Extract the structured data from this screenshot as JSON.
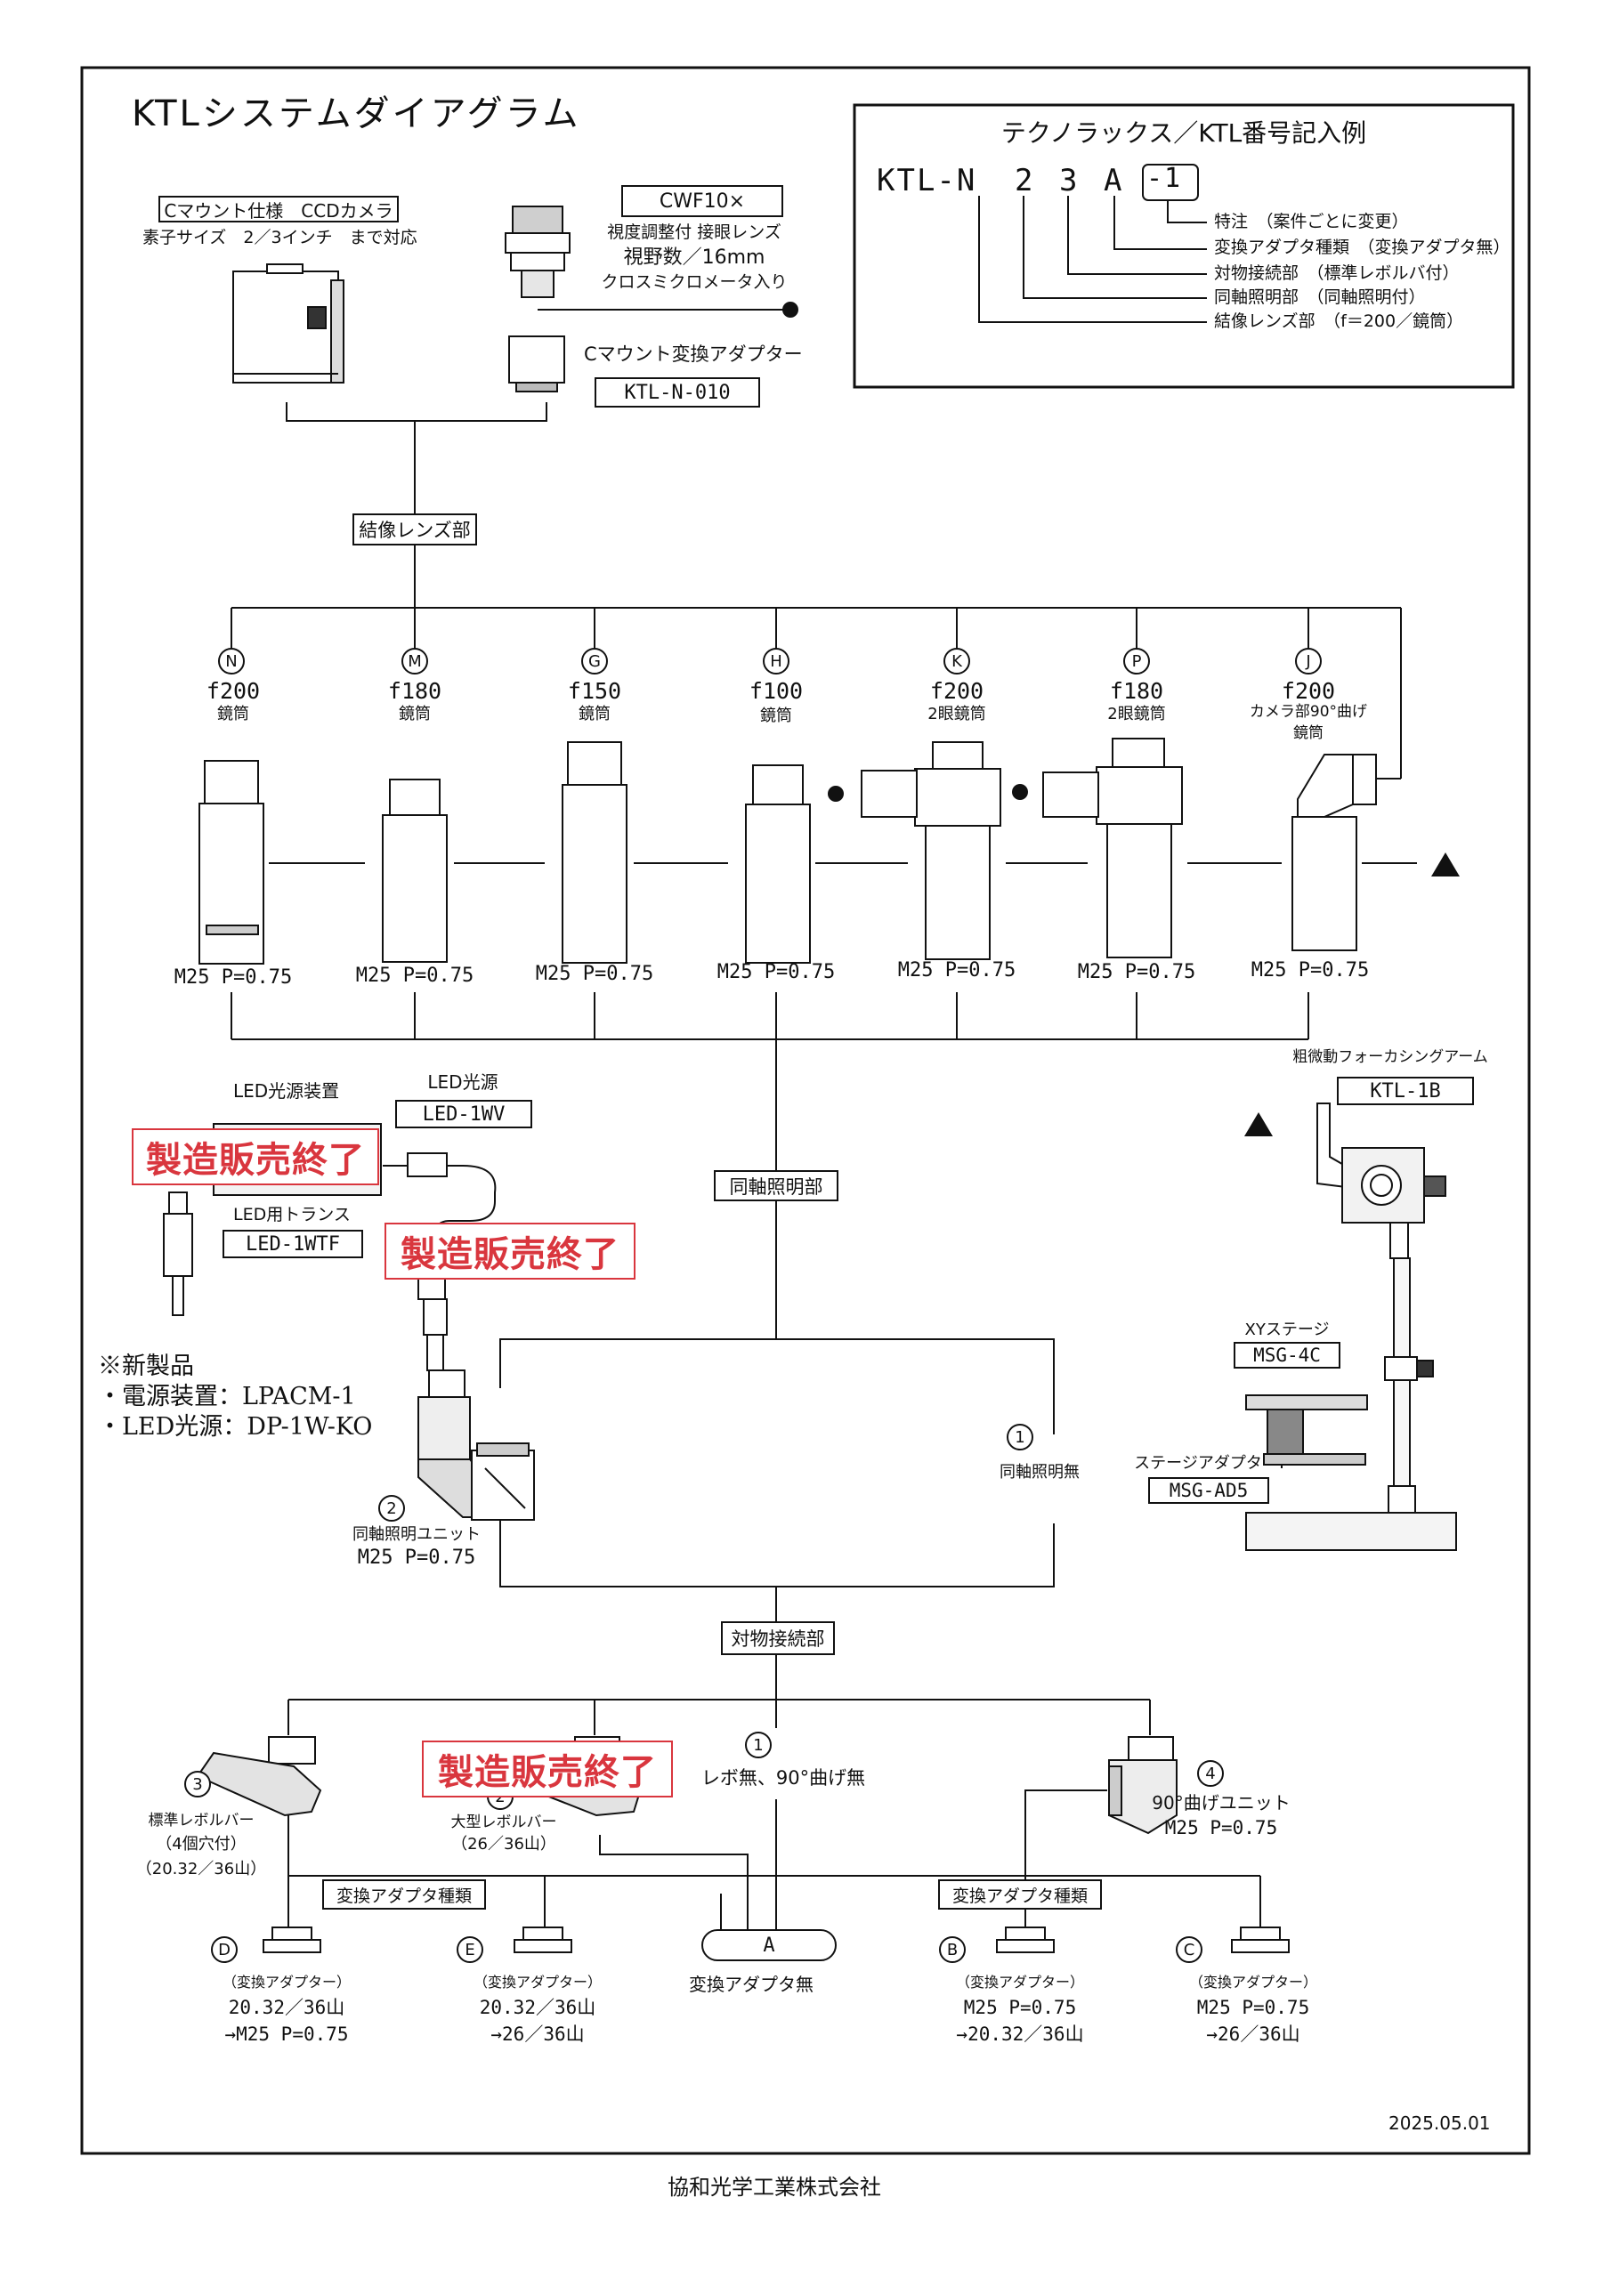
{
  "title": "KTLシステムダイアグラム",
  "code_example": {
    "heading": "テクノラックス／KTL番号記入例",
    "code": [
      "KTL-N",
      "2",
      "3",
      "A",
      "-1"
    ],
    "legend": [
      {
        "name": "特注",
        "note": "（案件ごとに変更）"
      },
      {
        "name": "変換アダプタ種類",
        "note": "（変換アダプタ無）"
      },
      {
        "name": "対物接続部",
        "note": "（標準レボルバ付）"
      },
      {
        "name": "同軸照明部",
        "note": "（同軸照明付）"
      },
      {
        "name": "結像レンズ部",
        "note": "（f＝200／鏡筒）"
      }
    ]
  },
  "camera": {
    "label": "Cマウント仕様　CCDカメラ",
    "sub": "素子サイズ　2／3インチ　まで対応"
  },
  "eyepiece": {
    "label": "CWF10×",
    "lines": [
      "視度調整付 接眼レンズ",
      "視野数／16mm",
      "クロスミクロメータ入り"
    ]
  },
  "cmount": {
    "label": "Cマウント変換アダプター",
    "code": "KTL-N-010"
  },
  "section_imaging": "結像レンズ部",
  "section_coaxial": "同軸照明部",
  "section_objective": "対物接続部",
  "tubes": [
    {
      "letter": "N",
      "focal": "f200",
      "desc": "鏡筒",
      "thread": "M25 P=0.75"
    },
    {
      "letter": "M",
      "focal": "f180",
      "desc": "鏡筒",
      "thread": "M25 P=0.75"
    },
    {
      "letter": "G",
      "focal": "f150",
      "desc": "鏡筒",
      "thread": "M25 P=0.75"
    },
    {
      "letter": "H",
      "focal": "f100",
      "desc": "鏡筒",
      "thread": "M25 P=0.75"
    },
    {
      "letter": "K",
      "focal": "f200",
      "desc": "2眼鏡筒",
      "thread": "M25 P=0.75"
    },
    {
      "letter": "P",
      "focal": "f180",
      "desc": "2眼鏡筒",
      "thread": "M25 P=0.75"
    },
    {
      "letter": "J",
      "focal": "f200",
      "desc": "カメラ部90°曲げ",
      "desc2": "鏡筒",
      "thread": "M25 P=0.75"
    }
  ],
  "led": {
    "device_label": "LED光源装置",
    "source_label": "LED光源",
    "source_code": "LED-1WV",
    "trans_label": "LED用トランス",
    "trans_code": "LED-1WTF",
    "discontinued": "製造販売終了"
  },
  "new_products": [
    "※新製品",
    "・電源装置：LPACM-1",
    "・LED光源：DP-1W-KO"
  ],
  "coax_unit": {
    "num": "2",
    "label": "同軸照明ユニット",
    "thread": "M25 P=0.75"
  },
  "coax_none": {
    "num": "1",
    "label": "同軸照明無"
  },
  "focus_arm": {
    "label": "粗微動フォーカシングアーム",
    "code": "KTL-1B"
  },
  "xy_stage": {
    "label": "XYステージ",
    "code": "MSG-4C"
  },
  "stage_adapter": {
    "label": "ステージアダプタ",
    "code": "MSG-AD5"
  },
  "revolvers": {
    "standard": {
      "num": "3",
      "lines": [
        "標準レボルバー",
        "（4個穴付）",
        "（20.32／36山）"
      ]
    },
    "large": {
      "num": "2",
      "lines": [
        "大型レボルバー",
        "（26／36山）"
      ]
    },
    "none": {
      "num": "1",
      "label": "レボ無、90°曲げ無"
    },
    "bend": {
      "num": "4",
      "lines": [
        "90°曲げユニット",
        "M25 P=0.75"
      ]
    }
  },
  "adapter_type": "変換アダプタ種類",
  "adapter_a": {
    "letter": "A",
    "label": "変換アダプタ無"
  },
  "adapters": [
    {
      "letter": "D",
      "label": "（変換アダプター）",
      "lines": [
        "20.32／36山",
        "→M25 P=0.75"
      ]
    },
    {
      "letter": "E",
      "label": "（変換アダプター）",
      "lines": [
        "20.32／36山",
        "→26／36山"
      ]
    },
    {
      "letter": "B",
      "label": "（変換アダプター）",
      "lines": [
        "M25 P=0.75",
        "→20.32／36山"
      ]
    },
    {
      "letter": "C",
      "label": "（変換アダプター）",
      "lines": [
        "M25 P=0.75",
        "→26／36山"
      ]
    }
  ],
  "date": "2025.05.01",
  "company": "協和光学工業株式会社"
}
